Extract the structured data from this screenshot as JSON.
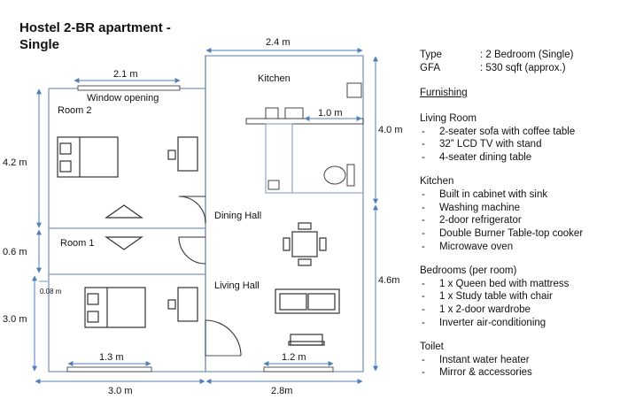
{
  "title": "Hostel 2-BR apartment -\nSingle",
  "spec": [
    {
      "key": "Type",
      "value": ": 2 Bedroom (Single)"
    },
    {
      "key": "GFA",
      "value": ": 530 sqft (approx.)"
    }
  ],
  "furnishing_heading": "Furnishing",
  "groups": [
    {
      "title": "Living Room",
      "items": [
        "2-seater sofa with coffee table",
        "32” LCD TV with stand",
        "4-seater dining table"
      ]
    },
    {
      "title": "Kitchen",
      "items": [
        "Built in cabinet with sink",
        "Washing machine",
        "2-door refrigerator",
        "Double Burner Table-top cooker",
        "Microwave oven"
      ]
    },
    {
      "title": "Bedrooms (per room)",
      "items": [
        "1 x Queen bed with mattress",
        "1 x Study table with chair",
        "1 x 2-door wardrobe",
        "Inverter air-conditioning"
      ]
    },
    {
      "title": "Toilet",
      "items": [
        "Instant water heater",
        "Mirror & accessories"
      ]
    }
  ],
  "rooms": {
    "room2": "Room 2",
    "room1": "Room 1",
    "kitchen": "Kitchen",
    "dining": "Dining Hall",
    "living": "Living Hall",
    "window": "Window opening"
  },
  "dims": {
    "top_kitchen": "2.4 m",
    "top_room2": "2.1 m",
    "counter": "1.0 m",
    "right_upper": "4.0 m",
    "right_lower": "4.6m",
    "left_room2": "4.2 m",
    "left_gap": "0.6 m",
    "left_room1": "3.0 m",
    "small_gap": "0.08 m",
    "bottom_window_left": "1.3 m",
    "bottom_window_right": "1.2 m",
    "bottom_left": "3.0 m",
    "bottom_right": "2.8m"
  }
}
